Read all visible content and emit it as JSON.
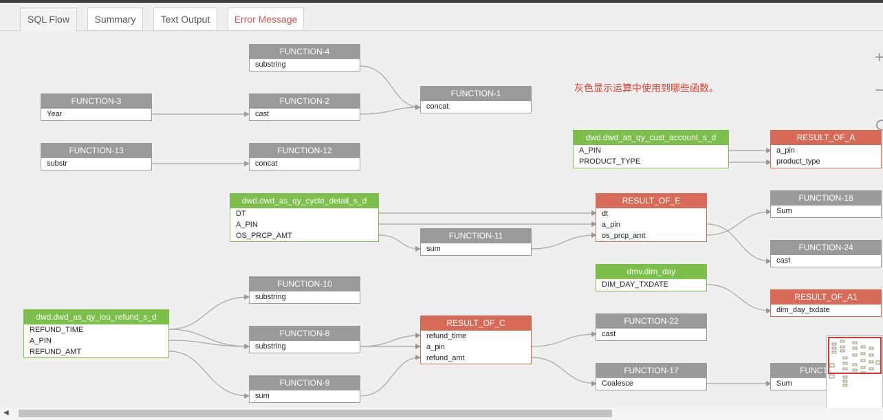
{
  "tabs": [
    {
      "label": "SQL Flow",
      "active": true
    },
    {
      "label": "Summary"
    },
    {
      "label": "Text Output"
    },
    {
      "label": "Error Message"
    }
  ],
  "note": "灰色显示运算中使用到哪些函数。",
  "colors": {
    "function": "#9a9a9a",
    "table": "#7cbf4a",
    "result": "#d86b58",
    "note": "#e03a2e"
  },
  "nodes": {
    "function4": {
      "title": "FUNCTION-4",
      "rows": [
        "substring"
      ]
    },
    "function3": {
      "title": "FUNCTION-3",
      "rows": [
        "Year"
      ]
    },
    "function2": {
      "title": "FUNCTION-2",
      "rows": [
        "cast"
      ]
    },
    "function1": {
      "title": "FUNCTION-1",
      "rows": [
        "concat"
      ]
    },
    "function13": {
      "title": "FUNCTION-13",
      "rows": [
        "substr"
      ]
    },
    "function12": {
      "title": "FUNCTION-12",
      "rows": [
        "concat"
      ]
    },
    "custAccount": {
      "title": "dwd.dwd_as_qy_cust_account_s_d",
      "rows": [
        "A_PIN",
        "PRODUCT_TYPE"
      ]
    },
    "resultA": {
      "title": "RESULT_OF_A",
      "rows": [
        "a_pin",
        "product_type"
      ]
    },
    "cycleDetail": {
      "title": "dwd.dwd_as_qy_cycle_detail_s_d",
      "rows": [
        "DT",
        "A_PIN",
        "OS_PRCP_AMT"
      ]
    },
    "resultE": {
      "title": "RESULT_OF_E",
      "rows": [
        "dt",
        "a_pin",
        "os_prcp_amt"
      ]
    },
    "function11": {
      "title": "FUNCTION-11",
      "rows": [
        "sum"
      ]
    },
    "function18": {
      "title": "FUNCTION-18",
      "rows": [
        "Sum"
      ]
    },
    "function24": {
      "title": "FUNCTION-24",
      "rows": [
        "cast"
      ]
    },
    "dimDay": {
      "title": "dmv.dim_day",
      "rows": [
        "DIM_DAY_TXDATE"
      ]
    },
    "resultA1": {
      "title": "RESULT_OF_A1",
      "rows": [
        "dim_day_txdate"
      ]
    },
    "function10": {
      "title": "FUNCTION-10",
      "rows": [
        "substring"
      ]
    },
    "iouRefund": {
      "title": "dwd.dwd_as_qy_iou_refund_s_d",
      "rows": [
        "REFUND_TIME",
        "A_PIN",
        "REFUND_AMT"
      ]
    },
    "function8": {
      "title": "FUNCTION-8",
      "rows": [
        "substring"
      ]
    },
    "resultC": {
      "title": "RESULT_OF_C",
      "rows": [
        "refund_time",
        "a_pin",
        "refund_amt"
      ]
    },
    "function22": {
      "title": "FUNCTION-22",
      "rows": [
        "cast"
      ]
    },
    "function9": {
      "title": "FUNCTION-9",
      "rows": [
        "sum"
      ]
    },
    "function17": {
      "title": "FUNCTION-17",
      "rows": [
        "Coalesce"
      ]
    },
    "functionCut": {
      "title": "FUNCTI",
      "rows": [
        "Sum"
      ]
    }
  }
}
